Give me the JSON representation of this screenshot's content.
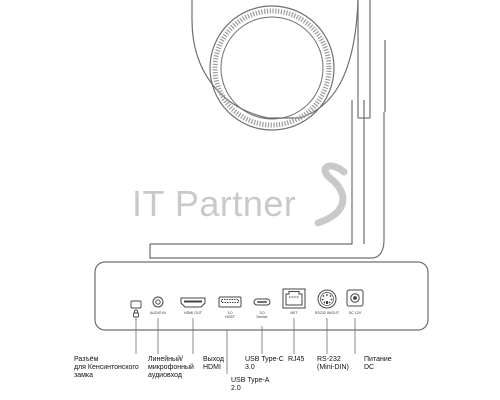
{
  "watermark": {
    "text": "IT Partner"
  },
  "port_labels": {
    "audio_in": "AUDIO IN",
    "hdmi_out": "HDMI OUT",
    "usb_host": "3.0\nHOST",
    "usb_device": "3.0\nDevice",
    "net": "NET",
    "rs232": "RS232 IN/OUT",
    "dc": "DC 12V"
  },
  "callouts": {
    "kensington": "Разъём\nдля Кенсинтонского\nзамка",
    "audio": "Линейный/\nмикрофонный\nаудиовход",
    "hdmi": "Выход\nHDMI",
    "usb_a": "USB Type-A\n2.0",
    "usb_c": "USB Type-C\n3.0",
    "rj45": "RJ45",
    "rs232": "RS-232\n(Mini-DIN)",
    "power": "Питание\nDC"
  },
  "colors": {
    "line": "#6f6f6f",
    "light": "#bdbdbd",
    "text": "#111111",
    "watermark": "#c9c9c9"
  }
}
